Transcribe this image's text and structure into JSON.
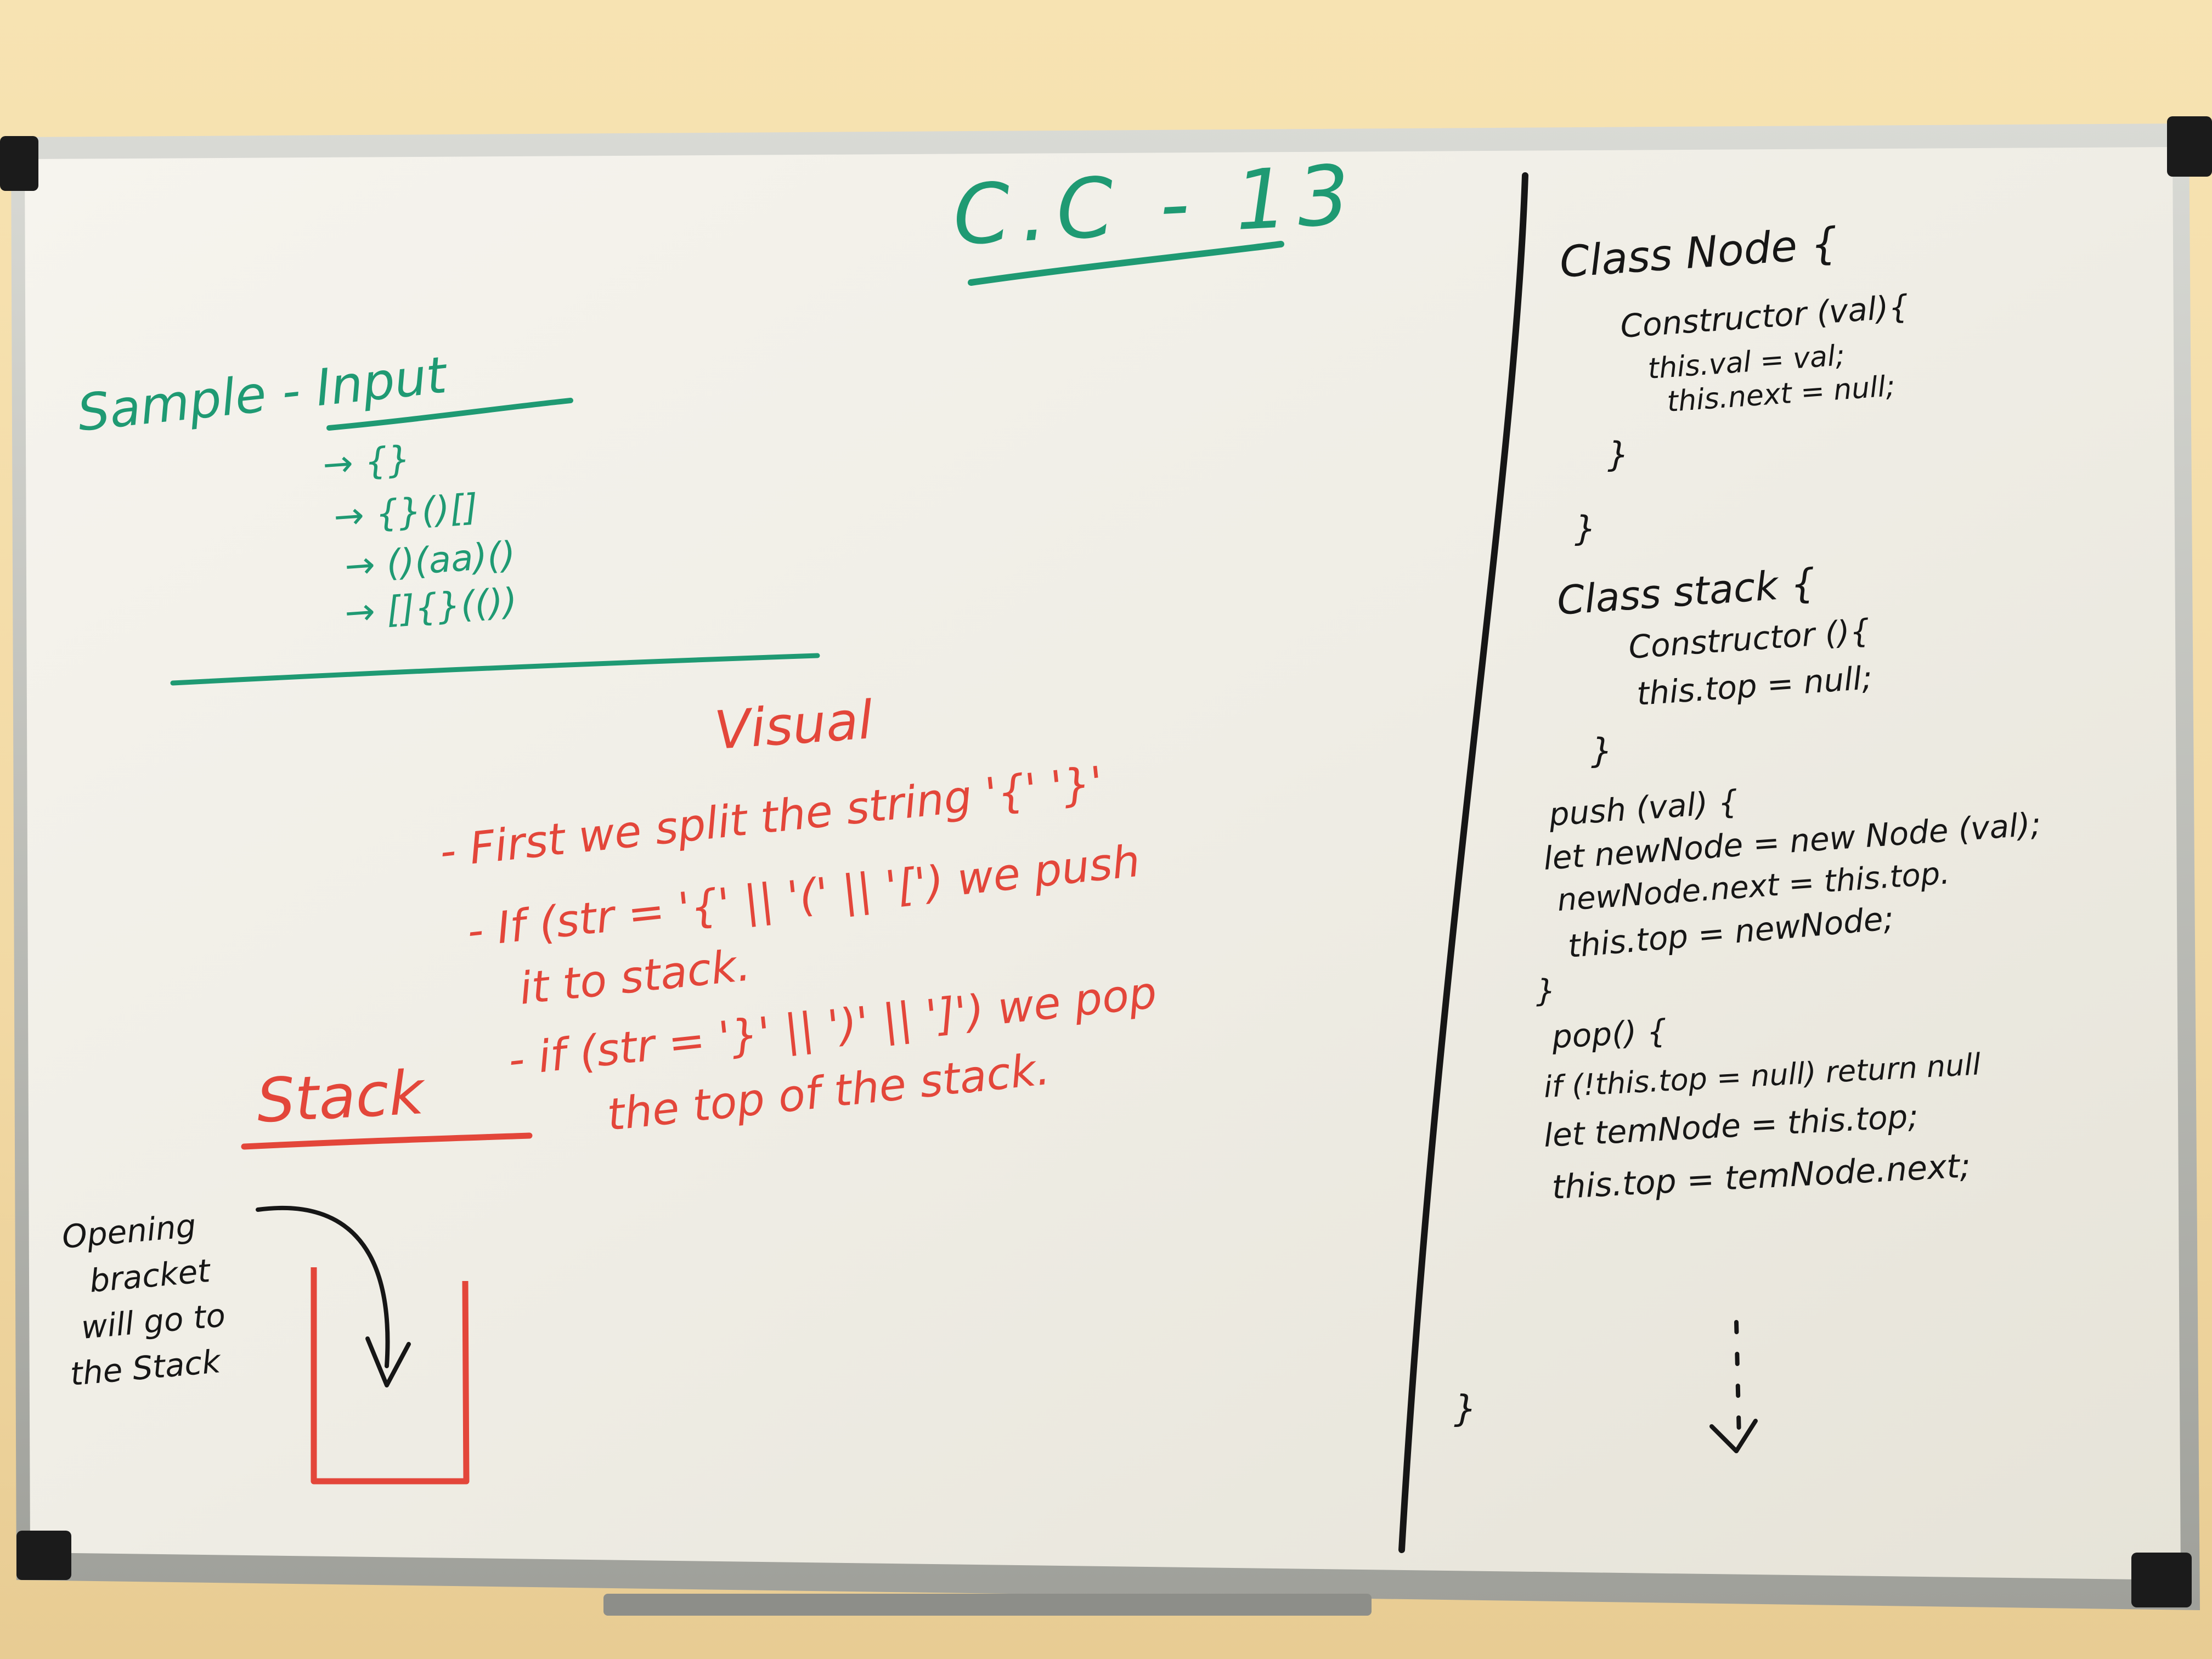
{
  "board": {
    "title": "C.C - 13",
    "sample_heading": "Sample - Input",
    "samples": [
      "→ {}",
      "→ {}()[]",
      "→ ()(aa)()",
      "→ []{}(())"
    ],
    "visual_heading": "Visual",
    "visual_lines": [
      "- First we split the string '{' '}'",
      "- If (str = '{' || '(' || '[') we push",
      "it to stack.",
      "- if (str = '}' || ')' || ']') we pop",
      "the top of the stack."
    ],
    "stack_label": "Stack",
    "stack_note": [
      "Opening",
      "bracket",
      "will go to",
      "the Stack"
    ],
    "code_lines": [
      "Class Node {",
      "Constructor (val){",
      "this.val = val;",
      "this.next = null;",
      "}",
      "}",
      "Class stack {",
      "Constructor (){",
      "this.top = null;",
      "}",
      "push (val) {",
      "let newNode = new Node (val);",
      "newNode.next = this.top.",
      "this.top = newNode;",
      "}",
      "pop() {",
      "if (!this.top = null) return null",
      "let temNode = this.top;",
      "this.top = temNode.next;",
      "}"
    ]
  },
  "colors": {
    "wall": "#f2d9a4",
    "board": "#f1efe6",
    "frame": "#b9bab4",
    "marker_green": "#1f9a73",
    "marker_red": "#e3463a",
    "marker_black": "#161616"
  }
}
